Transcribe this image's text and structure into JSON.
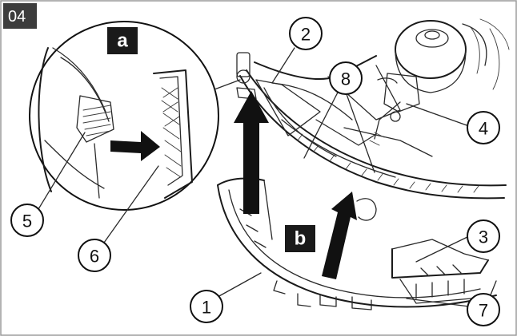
{
  "step_number": "04",
  "detail_labels": {
    "a": "a",
    "b": "b"
  },
  "callouts": [
    {
      "id": 1,
      "label": "1"
    },
    {
      "id": 2,
      "label": "2"
    },
    {
      "id": 3,
      "label": "3"
    },
    {
      "id": 4,
      "label": "4"
    },
    {
      "id": 5,
      "label": "5"
    },
    {
      "id": 6,
      "label": "6"
    },
    {
      "id": 7,
      "label": "7"
    },
    {
      "id": 8,
      "label": "8"
    }
  ],
  "colors": {
    "ink": "#1a1a1a",
    "tag_background": "#1a1a1a",
    "step_background": "#3c3c3c",
    "page": "#ffffff"
  }
}
